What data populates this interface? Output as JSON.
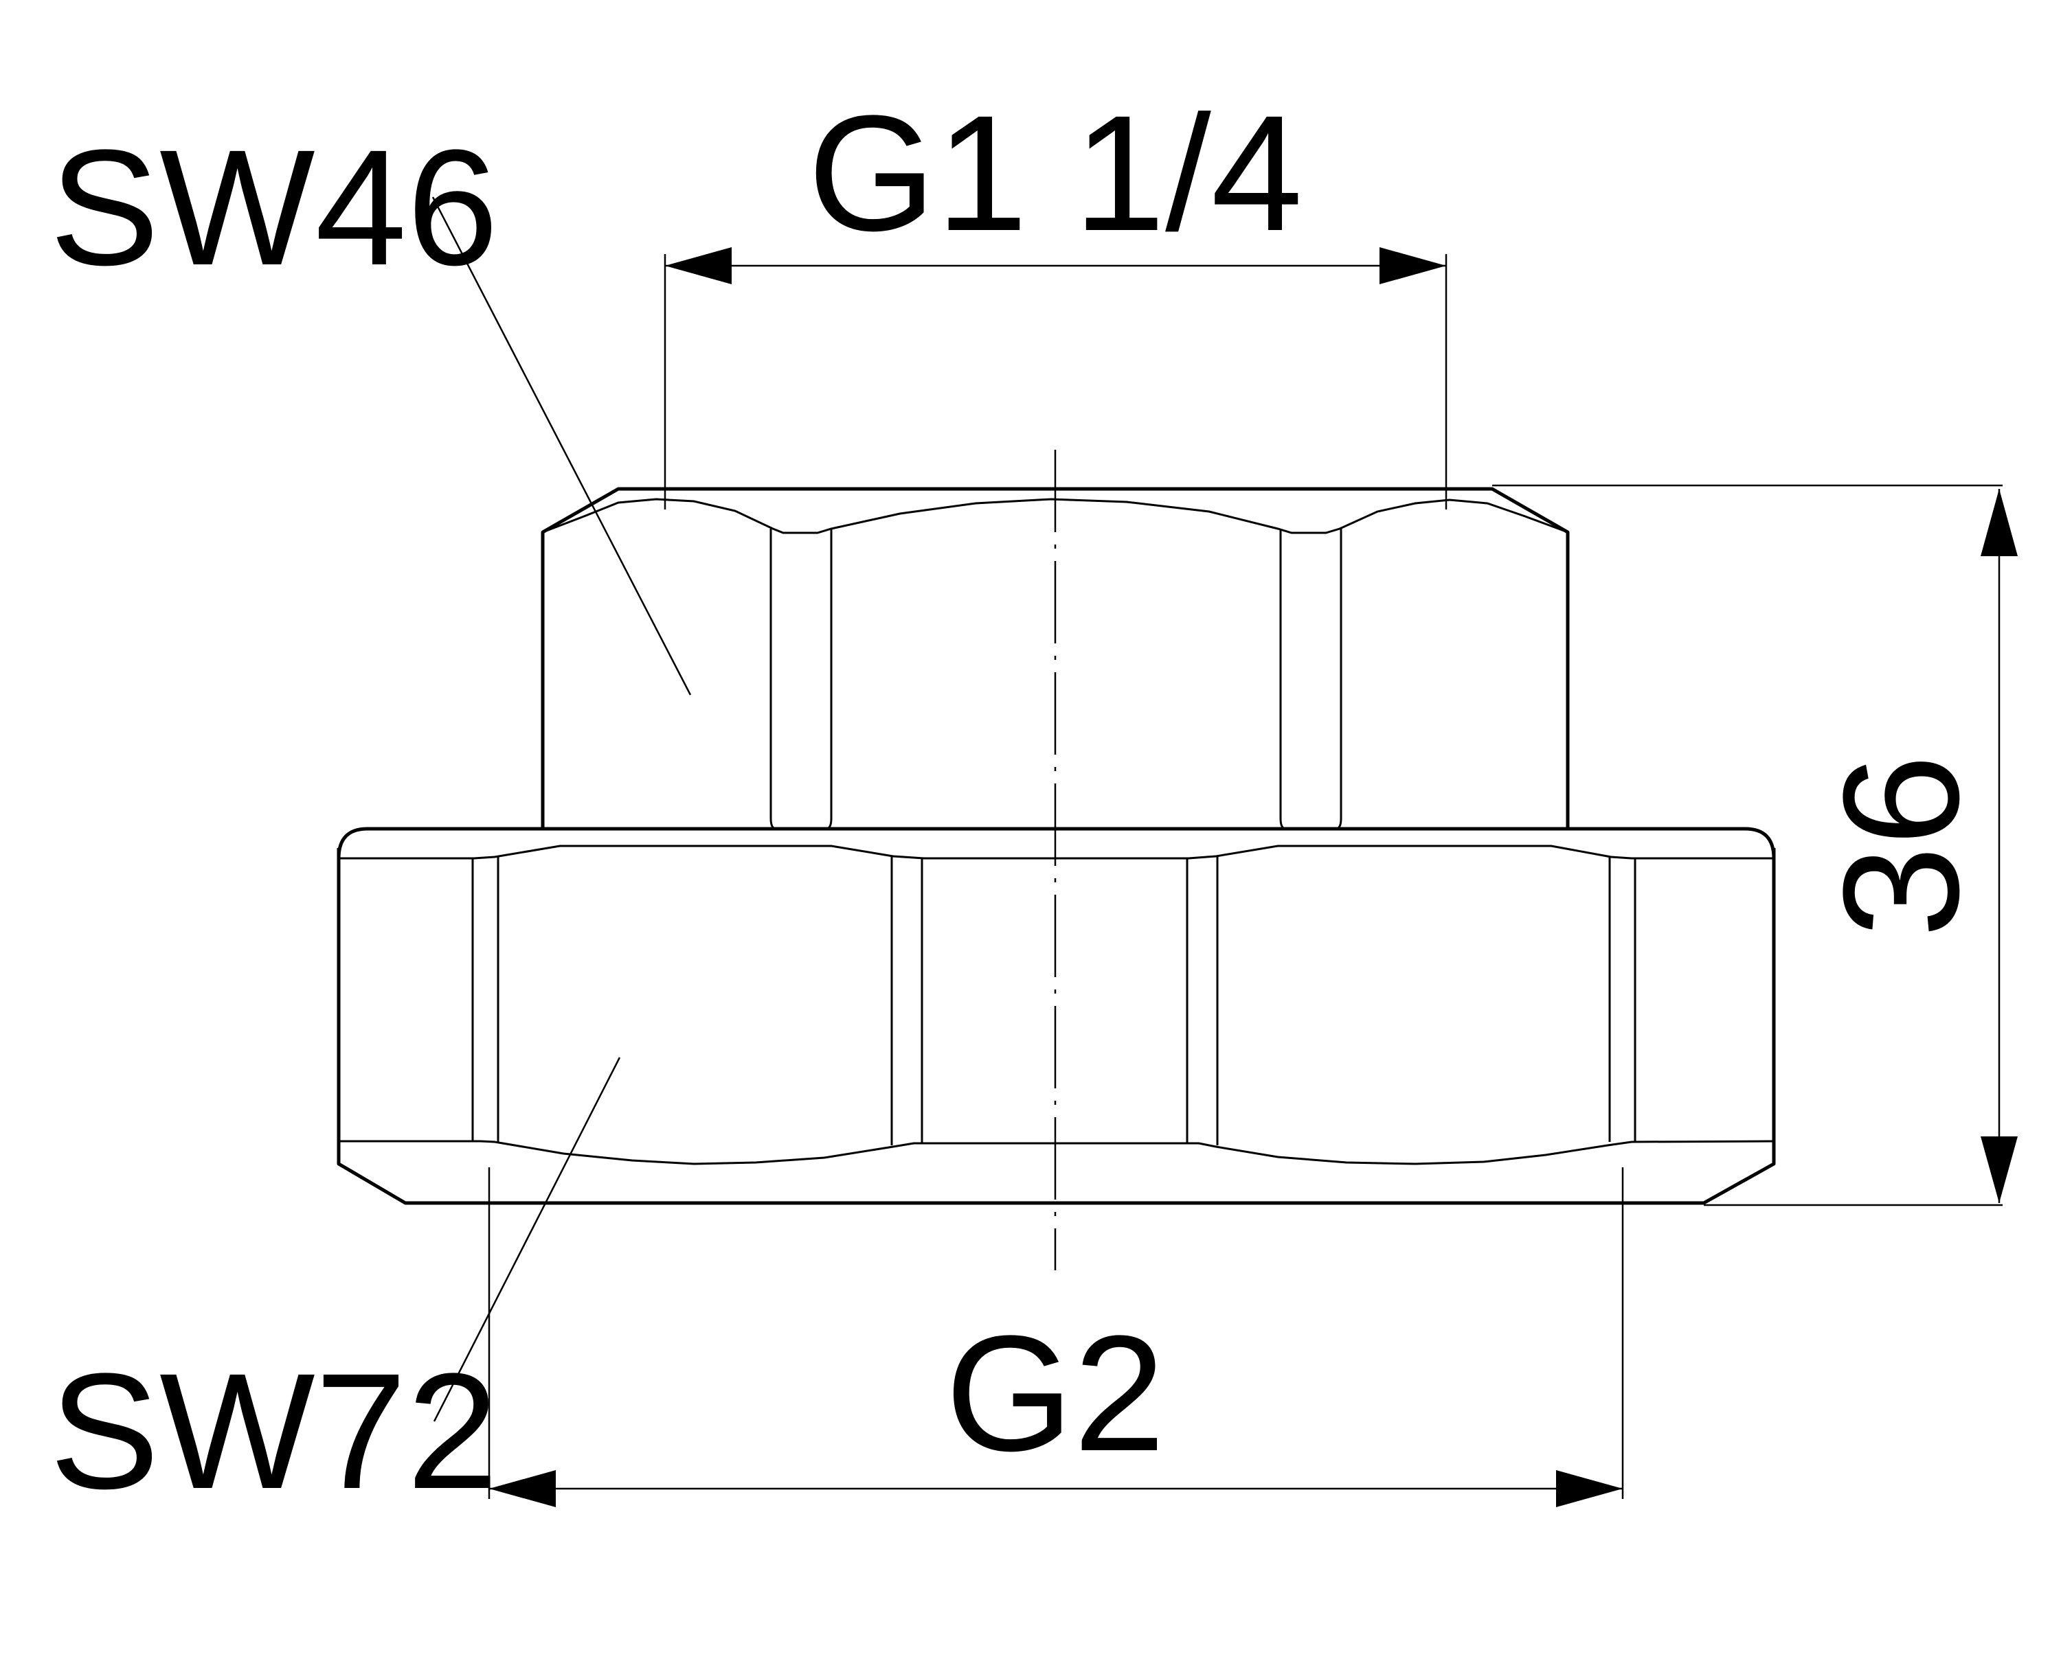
{
  "labels": {
    "upper_hex": "SW46",
    "lower_hex": "SW72",
    "top_thread": "G1 1/4",
    "bottom_thread": "G2",
    "height": "36"
  },
  "colors": {
    "line": "#000000",
    "background": "#ffffff"
  }
}
